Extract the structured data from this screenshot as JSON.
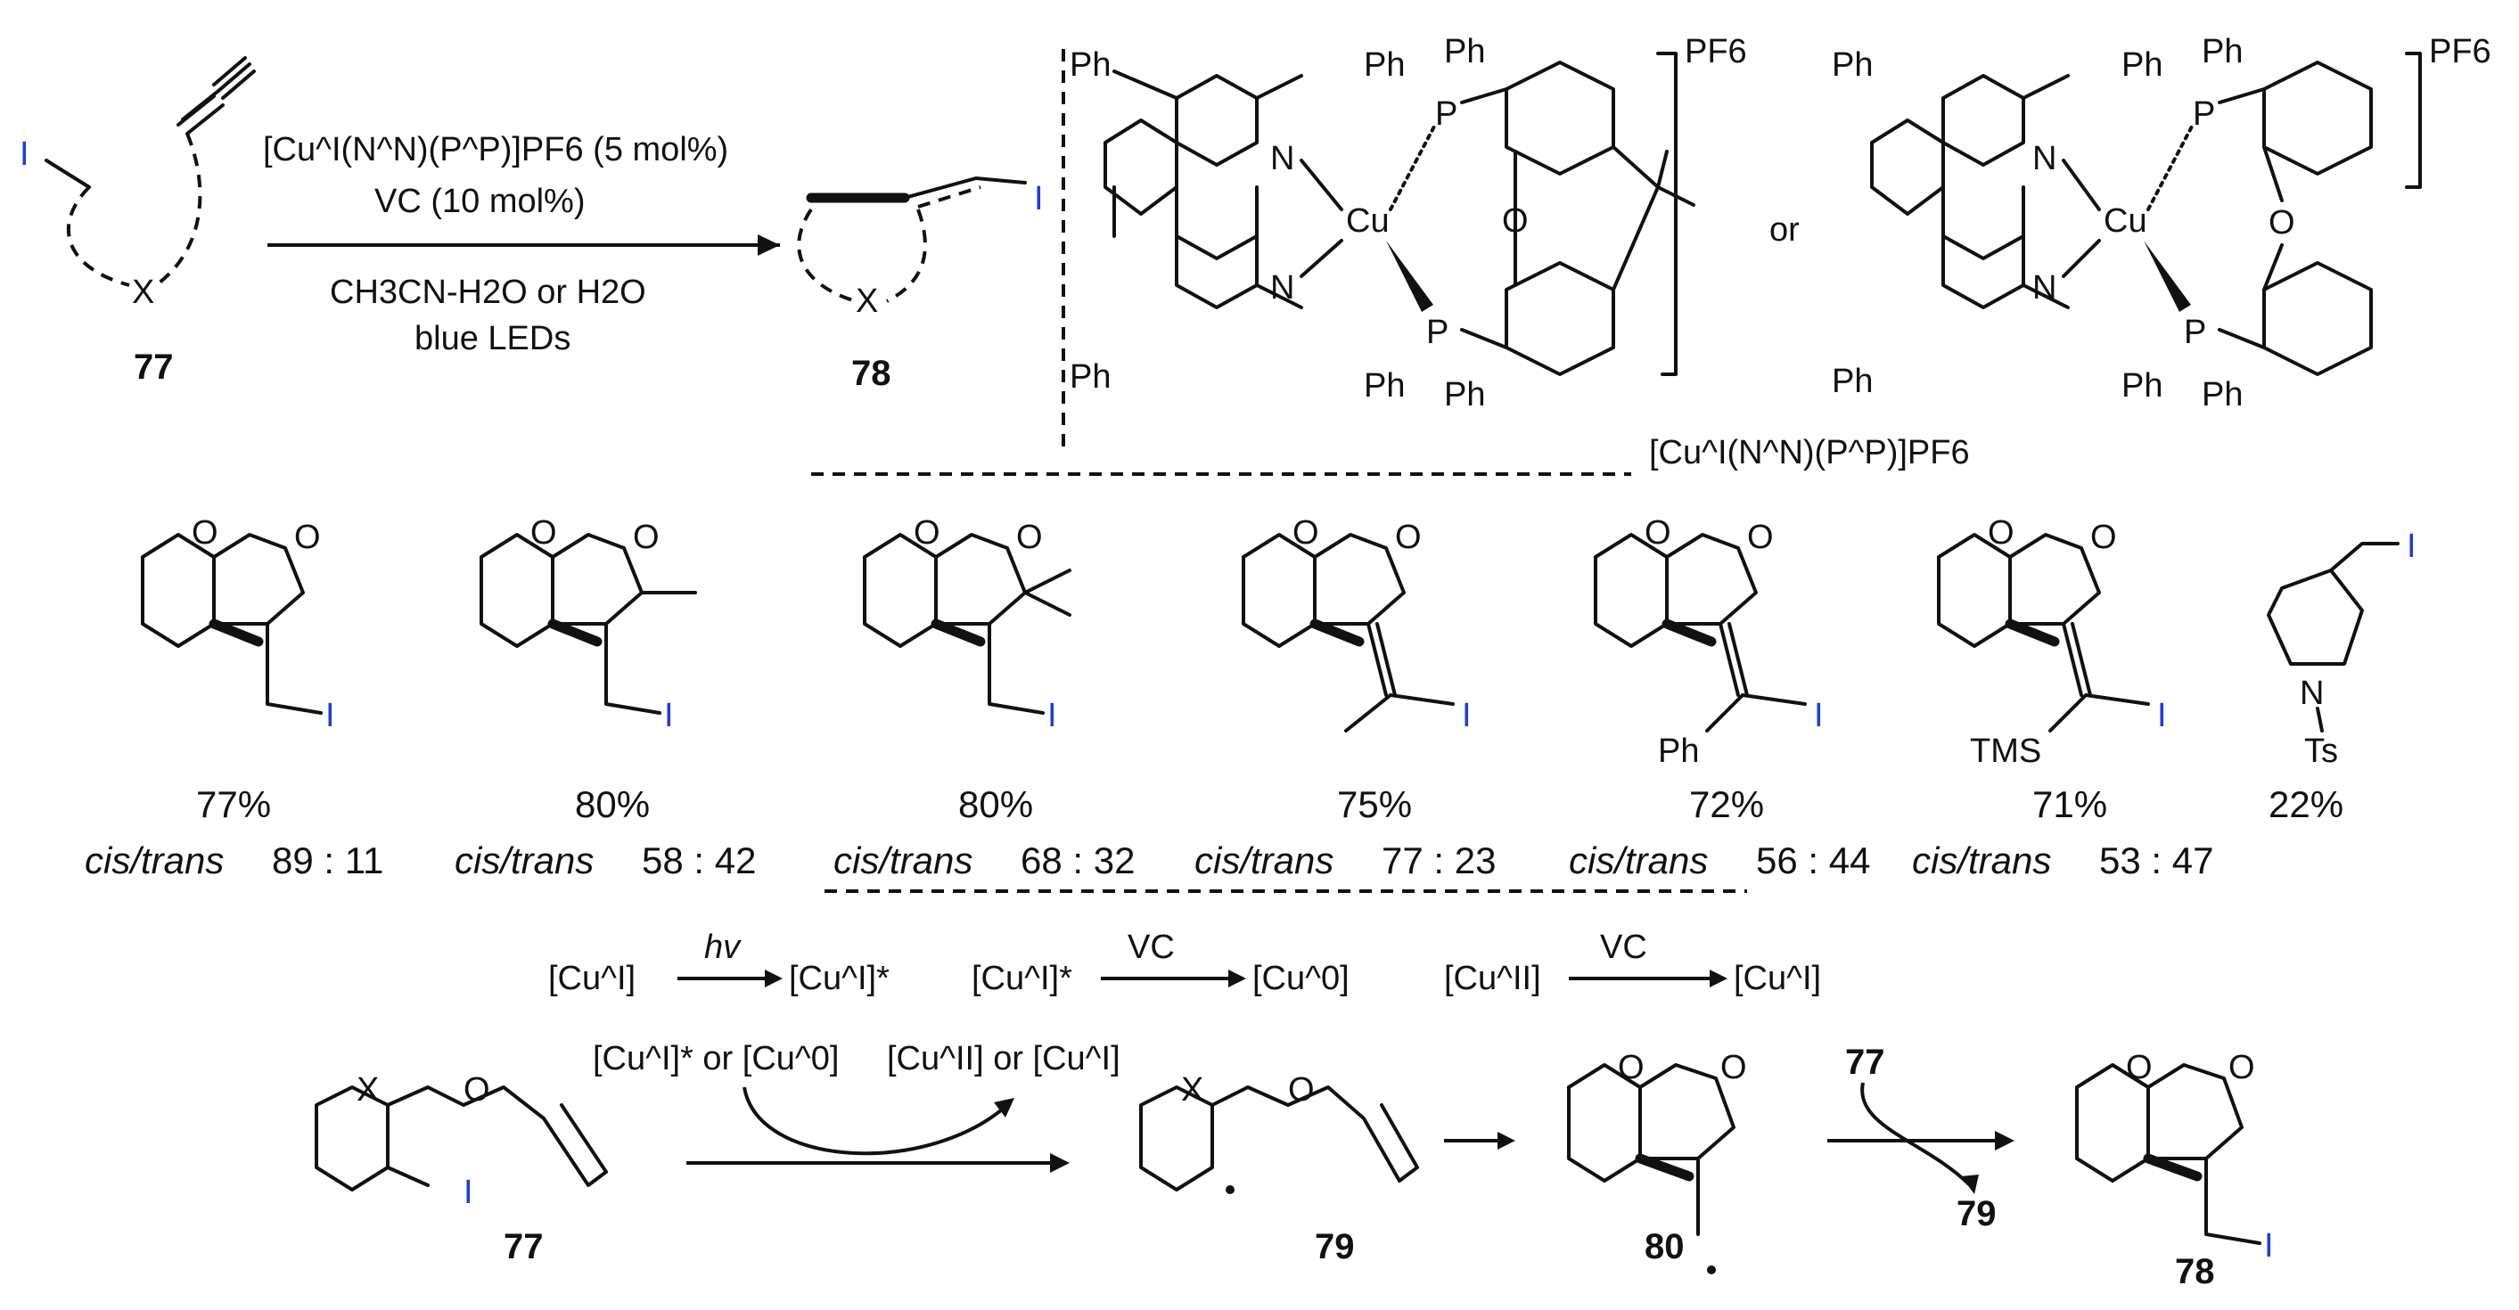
{
  "top_reaction": {
    "reactant_label": "77",
    "product_label": "78",
    "reactant_iodine": "I",
    "reactant_hetero": "X",
    "product_iodine": "I",
    "product_hetero": "X",
    "conditions": {
      "catalyst": "[Cu^I(N^N)(P^P)]PF6 (5 mol%)",
      "additive": "VC (10 mol%)",
      "solvent": "CH3CN-H2O or H2O",
      "light": "blue LEDs"
    }
  },
  "catalyst_structures": {
    "or_text": "or",
    "pf6": "PF6",
    "caption": "[Cu^I(N^N)(P^P)]PF6",
    "atoms": {
      "ph": "Ph",
      "cu": "Cu",
      "n": "N",
      "p": "P",
      "o": "O"
    }
  },
  "substrate_scope": [
    {
      "yield": "77%",
      "ratio_label": "cis/trans",
      "ratio": "89 : 11"
    },
    {
      "yield": "80%",
      "ratio_label": "cis/trans",
      "ratio": "58 : 42"
    },
    {
      "yield": "80%",
      "ratio_label": "cis/trans",
      "ratio": "68 : 32"
    },
    {
      "yield": "75%",
      "ratio_label": "cis/trans",
      "ratio": "77 : 23"
    },
    {
      "yield": "72%",
      "ratio_label": "cis/trans",
      "ratio": "56 : 44"
    },
    {
      "yield": "71%",
      "ratio_label": "cis/trans",
      "ratio": "53 : 47"
    },
    {
      "yield": "22%",
      "ratio_label": "",
      "ratio": ""
    }
  ],
  "scope_atoms": {
    "o": "O",
    "i": "I",
    "n": "N",
    "ts": "Ts",
    "ph": "Ph",
    "tms": "TMS"
  },
  "mechanism": {
    "eq1": {
      "left": "[Cu^I]",
      "over": "hv",
      "right": "[Cu^I]*"
    },
    "eq2": {
      "left": "[Cu^I]*",
      "over": "VC",
      "right": "[Cu^0]"
    },
    "eq3": {
      "left": "[Cu^II]",
      "over": "VC",
      "right": "[Cu^I]"
    },
    "step1_in": "[Cu^I]* or [Cu^0]",
    "step1_out": "[Cu^II] or [Cu^I]",
    "step3_in": "77",
    "step3_out": "79",
    "labels": {
      "start": "77",
      "radical1": "79",
      "radical2": "80",
      "product": "78"
    },
    "atoms": {
      "x": "X",
      "o": "O",
      "i": "I"
    }
  }
}
